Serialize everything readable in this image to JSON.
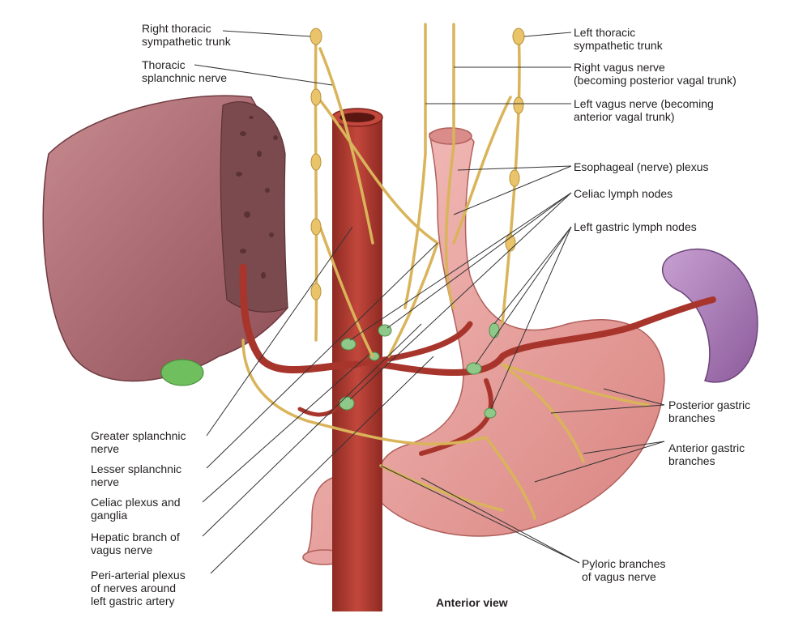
{
  "labels": {
    "right_thoracic_trunk": [
      "Right thoracic",
      "sympathetic trunk"
    ],
    "thoracic_splanchnic": [
      "Thoracic",
      "splanchnic nerve"
    ],
    "left_thoracic_trunk": [
      "Left thoracic",
      "sympathetic trunk"
    ],
    "right_vagus": [
      "Right vagus nerve",
      "(becoming posterior vagal trunk)"
    ],
    "left_vagus": [
      "Left vagus nerve (becoming",
      "anterior vagal trunk)"
    ],
    "esophageal_plexus": [
      "Esophageal (nerve) plexus"
    ],
    "celiac_lymph": [
      "Celiac lymph nodes"
    ],
    "left_gastric_lymph": [
      "Left gastric lymph nodes"
    ],
    "posterior_gastric": [
      "Posterior gastric",
      "branches"
    ],
    "anterior_gastric": [
      "Anterior gastric",
      "branches"
    ],
    "pyloric_branches": [
      "Pyloric branches",
      "of vagus nerve"
    ],
    "greater_splanchnic": [
      "Greater splanchnic",
      "nerve"
    ],
    "lesser_splanchnic": [
      "Lesser splanchnic",
      "nerve"
    ],
    "celiac_plexus": [
      "Celiac plexus and",
      "ganglia"
    ],
    "hepatic_branch": [
      "Hepatic branch of",
      "vagus nerve"
    ],
    "periarterial_plexus": [
      "Peri-arterial plexus",
      "of nerves around",
      "left gastric artery"
    ]
  },
  "caption": "Anterior view",
  "colors": {
    "nerve": "#e9c46a",
    "nerve_stroke": "#b8913a",
    "artery": "#a8352c",
    "liver": "#a5636a",
    "liver_cut": "#7b4a4e",
    "stomach": "#e8a4a2",
    "spleen": "#a47bb0",
    "lymph": "#8fc98a",
    "gallbladder": "#6fbf5e",
    "leader": "#333333"
  }
}
